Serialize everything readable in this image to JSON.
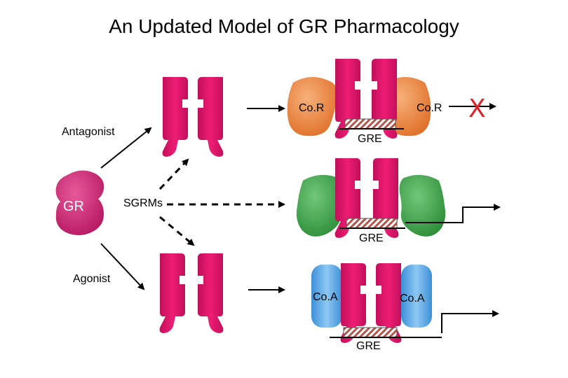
{
  "title": "An Updated Model of GR Pharmacology",
  "labels": {
    "antagonist": "Antagonist",
    "agonist": "Agonist",
    "sgrms": "SGRMs",
    "gr": "GR",
    "cor_left": "Co.R",
    "cor_right": "Co.R",
    "coa_left": "Co.A",
    "coa_right": "Co.A",
    "gre_top": "GRE",
    "gre_middle": "GRE",
    "gre_bottom": "GRE",
    "blocked": "X"
  },
  "colors": {
    "receptor": "#e0156b",
    "receptor_dark": "#a80c4d",
    "gr_blob": "#cf2a78",
    "corepressor": "#f08a3c",
    "coregulator": "#3fa54a",
    "coactivator": "#5aa9e6",
    "gre_stripe": "#b5524a",
    "blocked": "#e0202a"
  },
  "icons": {
    "gr_blob": "receptor-blob-icon",
    "receptor_dimer": "receptor-dimer-icon",
    "dna": "dna-strand-icon"
  }
}
